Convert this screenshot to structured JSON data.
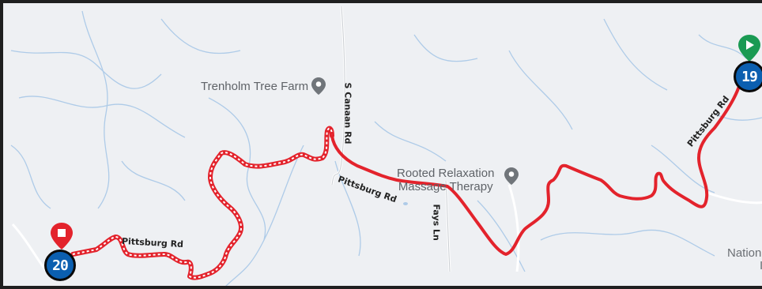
{
  "map": {
    "pois": [
      {
        "label": "Trenholm Tree Farm"
      },
      {
        "label": "Rooted Relaxation"
      },
      {
        "label": "Massage Therapy"
      }
    ],
    "roads": {
      "canaan": "S Canaan Rd",
      "pitts_mid": "Pittsburg Rd",
      "pitts_left": "Pittsburg Rd",
      "pitts_right": "Pittsburg Rd",
      "fays": "Fays Ln"
    },
    "cutoff_text": [
      "Nation",
      "I"
    ],
    "markers": {
      "start_number": "19",
      "end_number": "20",
      "start_icon": "play-icon",
      "end_icon": "stop-icon"
    },
    "colors": {
      "route": "#e3232c",
      "badge": "#0b5fb0",
      "start_pin": "#1a9a53",
      "end_pin": "#e3232c",
      "water": "#aecbe8",
      "poi_gray": "#70757a"
    }
  }
}
